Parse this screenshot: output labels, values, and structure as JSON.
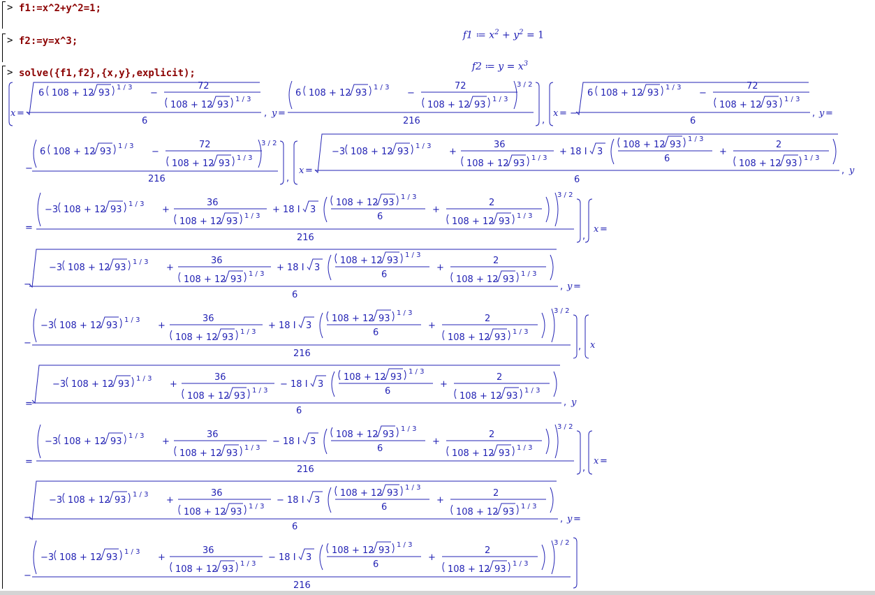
{
  "worksheet": {
    "prompt_symbol": ">",
    "inputs": [
      {
        "command": "f1:=x^2+y^2=1;",
        "output": "f1 ≔ x2 + y2 = 1"
      },
      {
        "command": "f2:=y=x^3;",
        "output": "f2 ≔ y = x3"
      },
      {
        "command": "solve({f1,f2},{x,y},explicit);"
      }
    ]
  },
  "math": {
    "cbrt": "(108 + 12 √93)^(1/3)",
    "num6": "6",
    "num216": "216",
    "num72": "72",
    "num36": "36",
    "num2": "2",
    "neg3": "−3",
    "plus18": "+ 18 I",
    "minus18": "− 18 I",
    "exp32": "3/2",
    "exp13": "1/3"
  }
}
